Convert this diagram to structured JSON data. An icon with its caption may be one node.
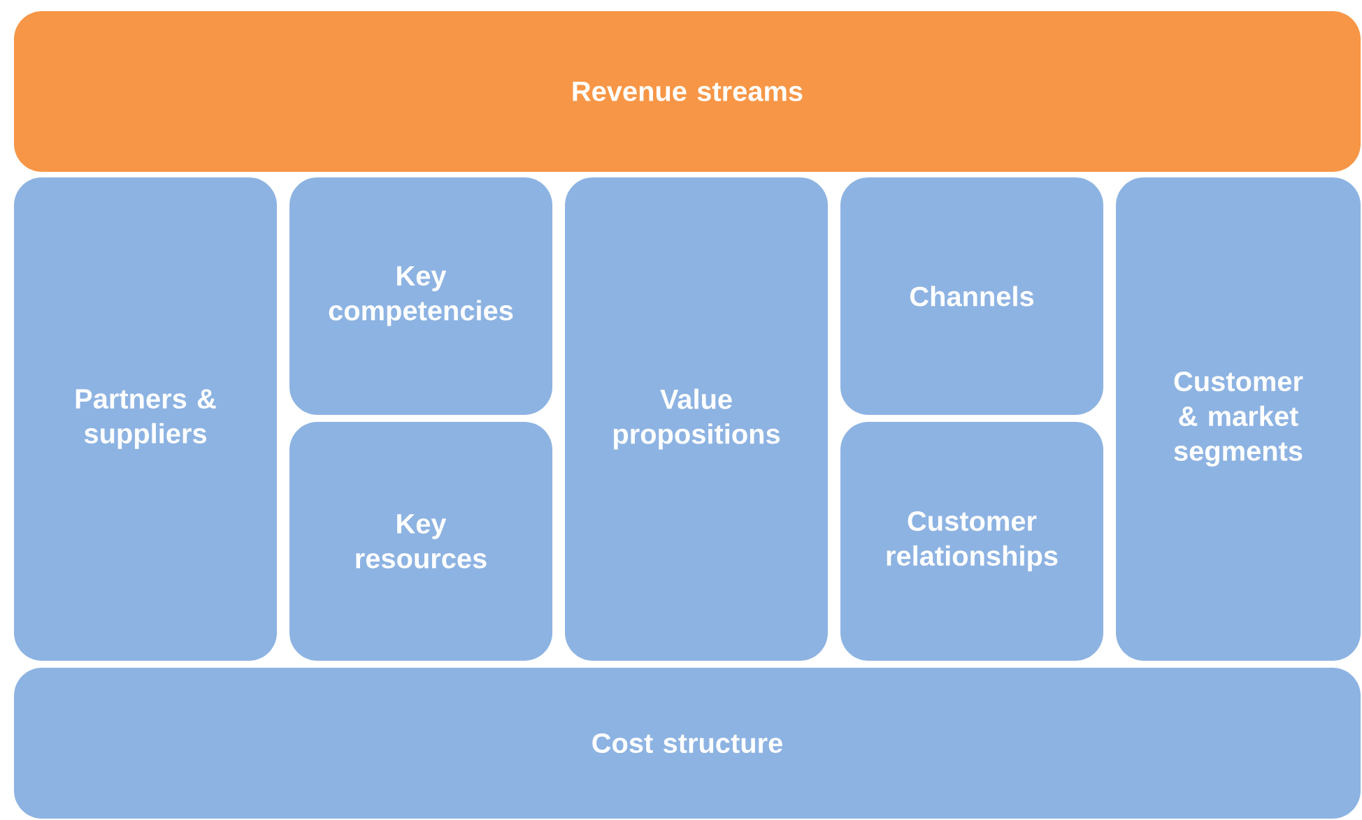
{
  "diagram": {
    "nodes": [
      {
        "text": [
          "Revenue streams"
        ]
      },
      {
        "text": [
          "Partners & suppliers"
        ]
      },
      {
        "text": [
          "Key competencies"
        ]
      },
      {
        "text": [
          "Key resources"
        ]
      },
      {
        "text": [
          "Value propositions"
        ]
      },
      {
        "text": [
          "Channels"
        ]
      },
      {
        "text": [
          "Customer relationships"
        ]
      },
      {
        "text": [
          "Customer & market segments"
        ]
      },
      {
        "text": [
          "Cost structure"
        ]
      }
    ]
  }
}
